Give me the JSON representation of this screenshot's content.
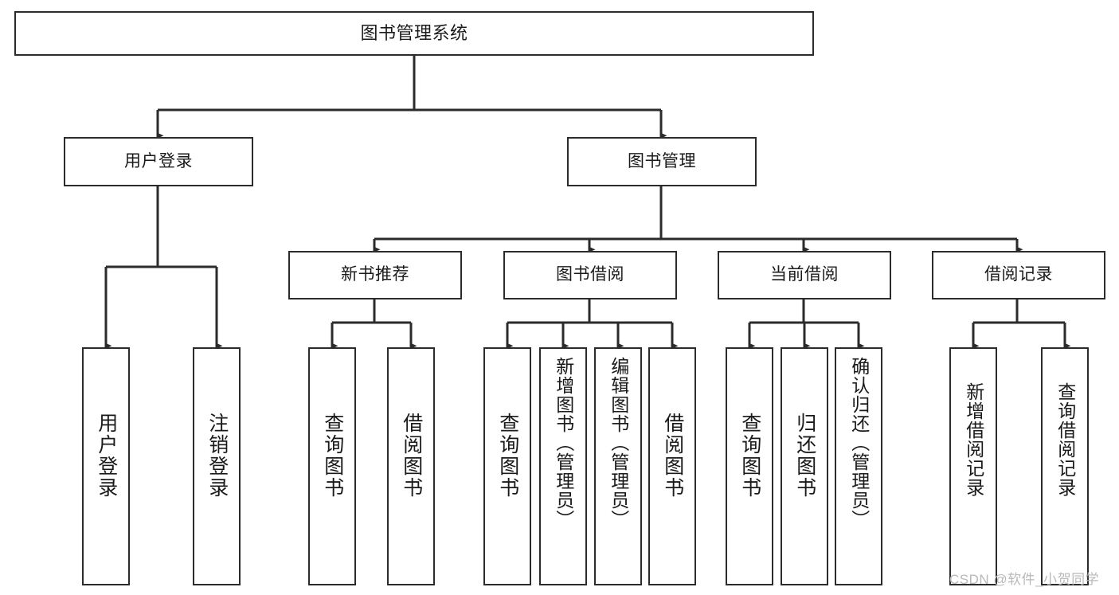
{
  "diagram": {
    "title": "图书管理系统",
    "type": "tree",
    "background": "#ffffff",
    "line_color": "#2b2b2b",
    "box_fill": "#ffffff",
    "text_color": "#1a1a1a"
  },
  "nodes": {
    "root": {
      "label": "图书管理系统",
      "level": 0
    },
    "l1": [
      {
        "id": "user_login",
        "label": "用户登录",
        "level": 1
      },
      {
        "id": "book_manage",
        "label": "图书管理",
        "level": 1
      }
    ],
    "l2": [
      {
        "id": "new_book_rec",
        "label": "新书推荐",
        "level": 2,
        "parent": "book_manage"
      },
      {
        "id": "book_borrow",
        "label": "图书借阅",
        "level": 2,
        "parent": "book_manage"
      },
      {
        "id": "current_borrow",
        "label": "当前借阅",
        "level": 2,
        "parent": "book_manage"
      },
      {
        "id": "borrow_record",
        "label": "借阅记录",
        "level": 2,
        "parent": "book_manage"
      }
    ],
    "leaves": [
      {
        "id": "leaf_user_login",
        "label": "用户登录",
        "parent": "user_login"
      },
      {
        "id": "leaf_user_logout",
        "label": "注销登录",
        "parent": "user_login"
      },
      {
        "id": "leaf_query_book_1",
        "label": "查询图书",
        "parent": "new_book_rec"
      },
      {
        "id": "leaf_borrow_book_1",
        "label": "借阅图书",
        "parent": "new_book_rec"
      },
      {
        "id": "leaf_query_book_2",
        "label": "查询图书",
        "parent": "book_borrow"
      },
      {
        "id": "leaf_add_book",
        "label": "新增图书（管理员）",
        "parent": "book_borrow"
      },
      {
        "id": "leaf_edit_book",
        "label": "编辑图书（管理员）",
        "parent": "book_borrow"
      },
      {
        "id": "leaf_borrow_book_2",
        "label": "借阅图书",
        "parent": "book_borrow"
      },
      {
        "id": "leaf_query_book_3",
        "label": "查询图书",
        "parent": "current_borrow"
      },
      {
        "id": "leaf_return_book",
        "label": "归还图书",
        "parent": "current_borrow"
      },
      {
        "id": "leaf_confirm_return",
        "label": "确认归还（管理员）",
        "parent": "current_borrow"
      },
      {
        "id": "leaf_add_record",
        "label": "新增借阅记录",
        "parent": "borrow_record"
      },
      {
        "id": "leaf_query_record",
        "label": "查询借阅记录",
        "parent": "borrow_record"
      }
    ]
  },
  "watermark": {
    "text": "CSDN @软件_小贺同学"
  }
}
